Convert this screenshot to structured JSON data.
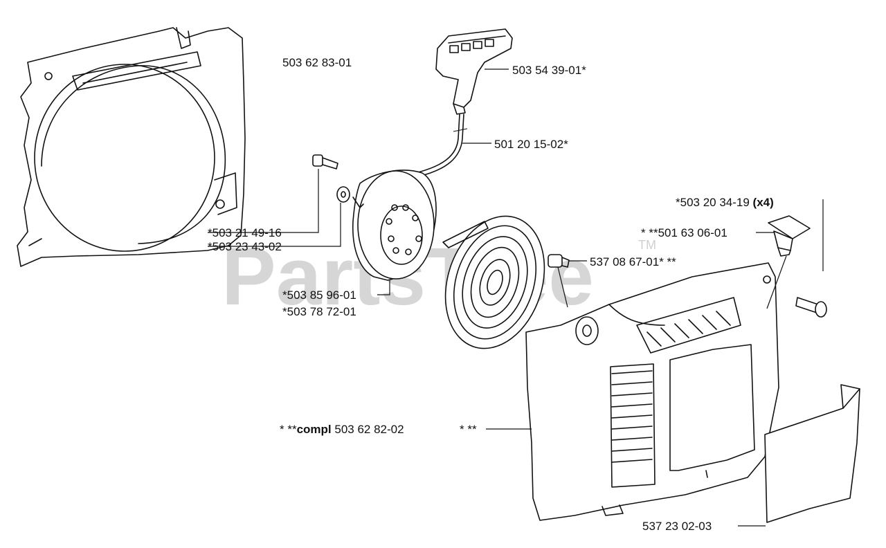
{
  "watermark": {
    "text": "PartsTree",
    "trademark": "TM"
  },
  "labels": {
    "housing": "503 62 83-01",
    "handle": "503 54 39-01*",
    "cord": "501 20 15-02*",
    "screw_a": "*503 21 49-16",
    "washer_a": "*503 23 43-02",
    "pulley_a": "*503 85 96-01",
    "pulley_b": "*503 78 72-01",
    "bushing": "537 08 67-01* **",
    "screw_x4_prefix": "*503 20 34-19 ",
    "screw_x4_qty": "(x4)",
    "plug": "* **501 63 06-01",
    "compl_prefix": "* **",
    "compl_word": "compl",
    "compl_number": " 503 62 82-02",
    "compl_suffix": "* **",
    "decal": "537 23 02-03"
  }
}
